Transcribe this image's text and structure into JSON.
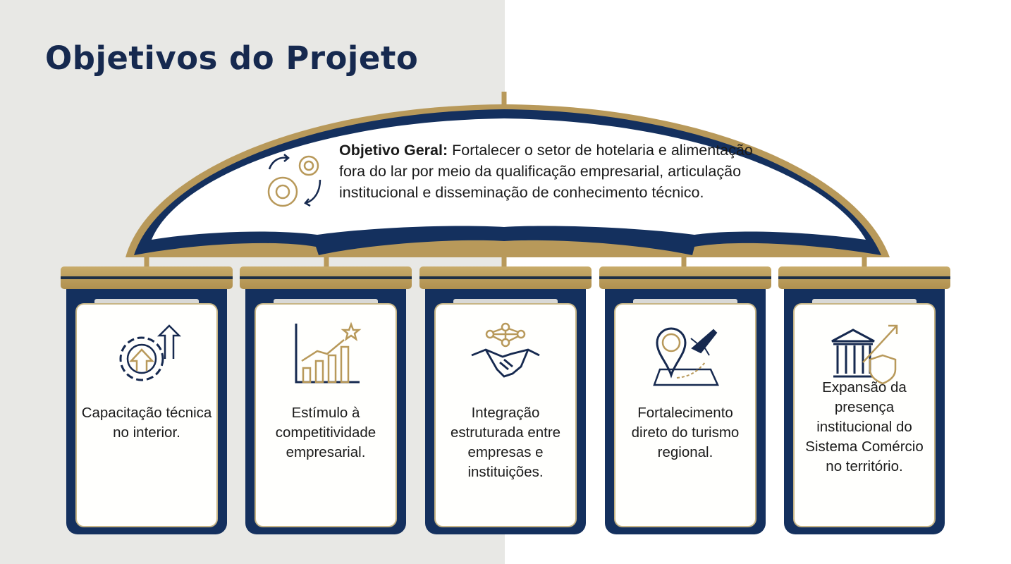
{
  "title": "Objetivos do Projeto",
  "goal": {
    "label": "Objetivo Geral:",
    "text": " Fortalecer o setor de hotelaria e alimentação fora do lar por meio da qualificação empresarial, articulação institucional e disseminação de conhecimento técnico.",
    "icon": "gears-cycle-icon"
  },
  "pillars": [
    {
      "icon": "gear-arrow-up-icon",
      "text": "Capacitação técnica no interior."
    },
    {
      "icon": "growth-chart-star-icon",
      "text": "Estímulo à competitividade empresarial."
    },
    {
      "icon": "handshake-network-icon",
      "text": "Integração estruturada entre empresas e instituições."
    },
    {
      "icon": "map-pin-plane-icon",
      "text": "Fortalecimento direto do turismo regional."
    },
    {
      "icon": "institution-shield-icon",
      "text": "Expansão da presença institucional do Sistema Comércio no território."
    }
  ],
  "colors": {
    "navy": "#14305e",
    "gold": "#b8995a",
    "text": "#16294f"
  }
}
